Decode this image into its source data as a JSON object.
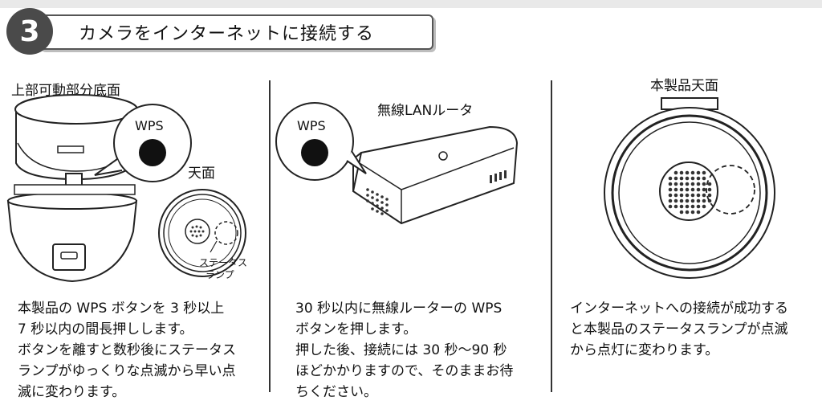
{
  "header": {
    "step_number": "3",
    "title": "カメラをインターネットに接続する"
  },
  "left": {
    "section_label": "上部可動部分底面",
    "wps_label": "WPS",
    "top_label": "天面",
    "lamp_label_1": "ステータス",
    "lamp_label_2": "ランプ",
    "description": [
      "本製品の WPS ボタンを 3 秒以上",
      "7 秒以内の間長押しします。",
      "ボタンを離すと数秒後にステータス",
      "ランプがゆっくりな点滅から早い点",
      "滅に変わります。"
    ]
  },
  "middle": {
    "router_label": "無線LANルータ",
    "wps_label": "WPS",
    "description": [
      "30 秒以内に無線ルーターの WPS",
      "ボタンを押します。",
      "押した後、接続には 30 秒〜90 秒",
      "ほどかかりますので、そのままお待",
      "ちください。"
    ]
  },
  "right": {
    "section_label": "本製品天面",
    "description": [
      "インターネットへの接続が成功する",
      "と本製品のステータスランプが点滅",
      "から点灯に変わります。"
    ]
  }
}
